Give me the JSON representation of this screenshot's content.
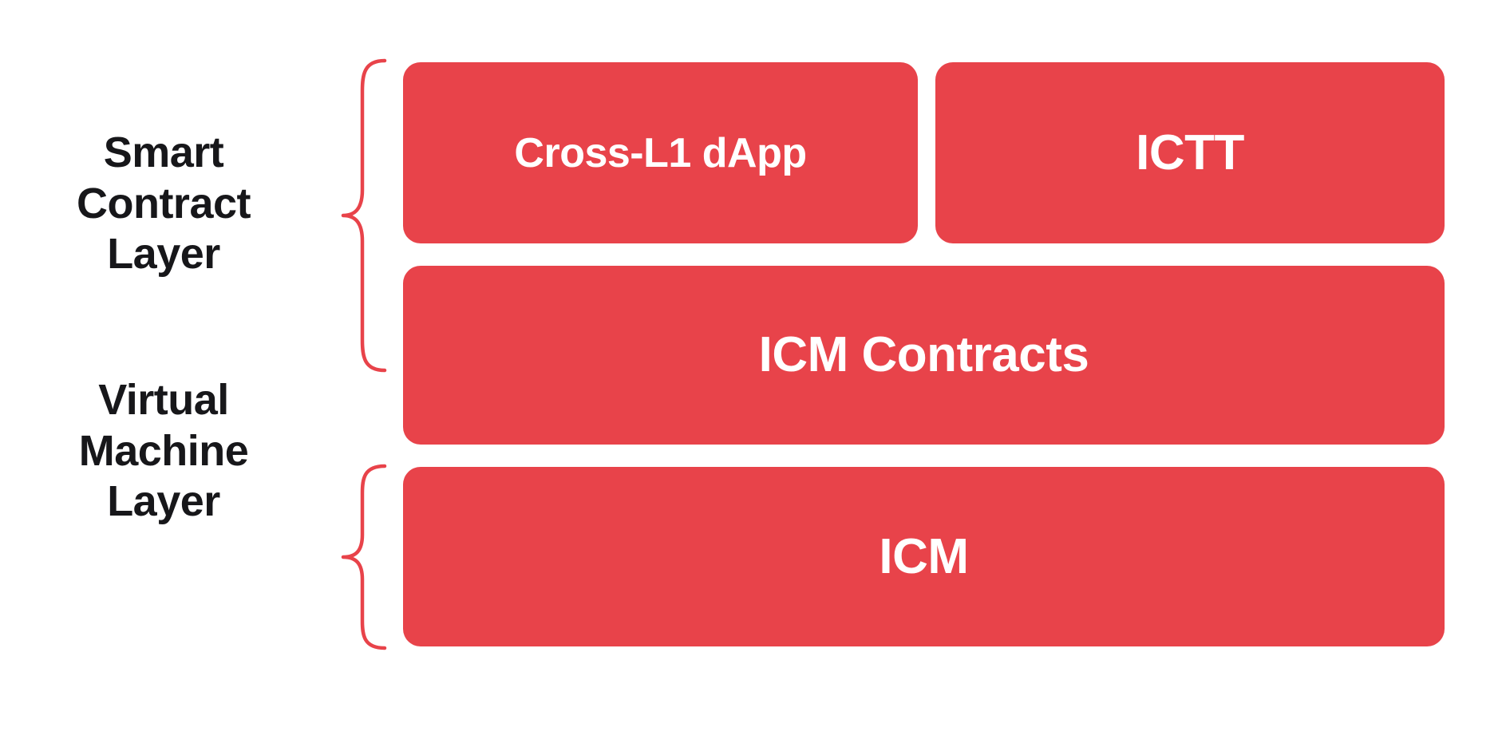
{
  "diagram": {
    "title": "Smart Contract and Virtual Machine Layer Stack",
    "background_color": "#ffffff",
    "accent_color": "#e8434a",
    "card_text_color": "#ffffff",
    "label_text_color": "#17171a"
  },
  "groups": [
    {
      "id": "smart-contract-layer",
      "label": "Smart\nContract\nLayer",
      "brace_color": "#e8434a"
    },
    {
      "id": "virtual-machine-layer",
      "label": "Virtual\nMachine\nLayer",
      "brace_color": "#e8434a"
    }
  ],
  "rows": [
    {
      "id": "applications",
      "cards": [
        {
          "id": "cross-l1-dapp",
          "label": "Cross-L1 dApp"
        },
        {
          "id": "ictt",
          "label": "ICTT"
        }
      ]
    },
    {
      "id": "icm-contracts",
      "cards": [
        {
          "id": "icm-contracts",
          "label": "ICM Contracts"
        }
      ]
    },
    {
      "id": "icm",
      "cards": [
        {
          "id": "icm",
          "label": "ICM"
        }
      ]
    }
  ]
}
